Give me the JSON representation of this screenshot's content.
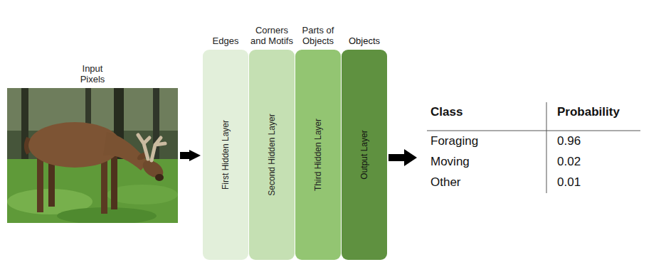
{
  "diagram": {
    "nodes": [
      {
        "text": [
          "Input Pixels"
        ]
      },
      {
        "text": [
          "Edges",
          "First Hidden Layer"
        ]
      },
      {
        "text": [
          "Corners and Motifs",
          "Second Hidden Layer"
        ]
      },
      {
        "text": [
          "Parts of Objects",
          "Third Hidden Layer"
        ]
      },
      {
        "text": [
          "Objects",
          "Output Layer"
        ]
      }
    ],
    "edges": [
      {
        "from": 0,
        "to": 1,
        "arrow": "to"
      }
    ],
    "labels": [
      "Class",
      "Probability",
      "Foraging",
      "0.96",
      "Moving",
      "0.02",
      "Other",
      "0.01"
    ]
  }
}
